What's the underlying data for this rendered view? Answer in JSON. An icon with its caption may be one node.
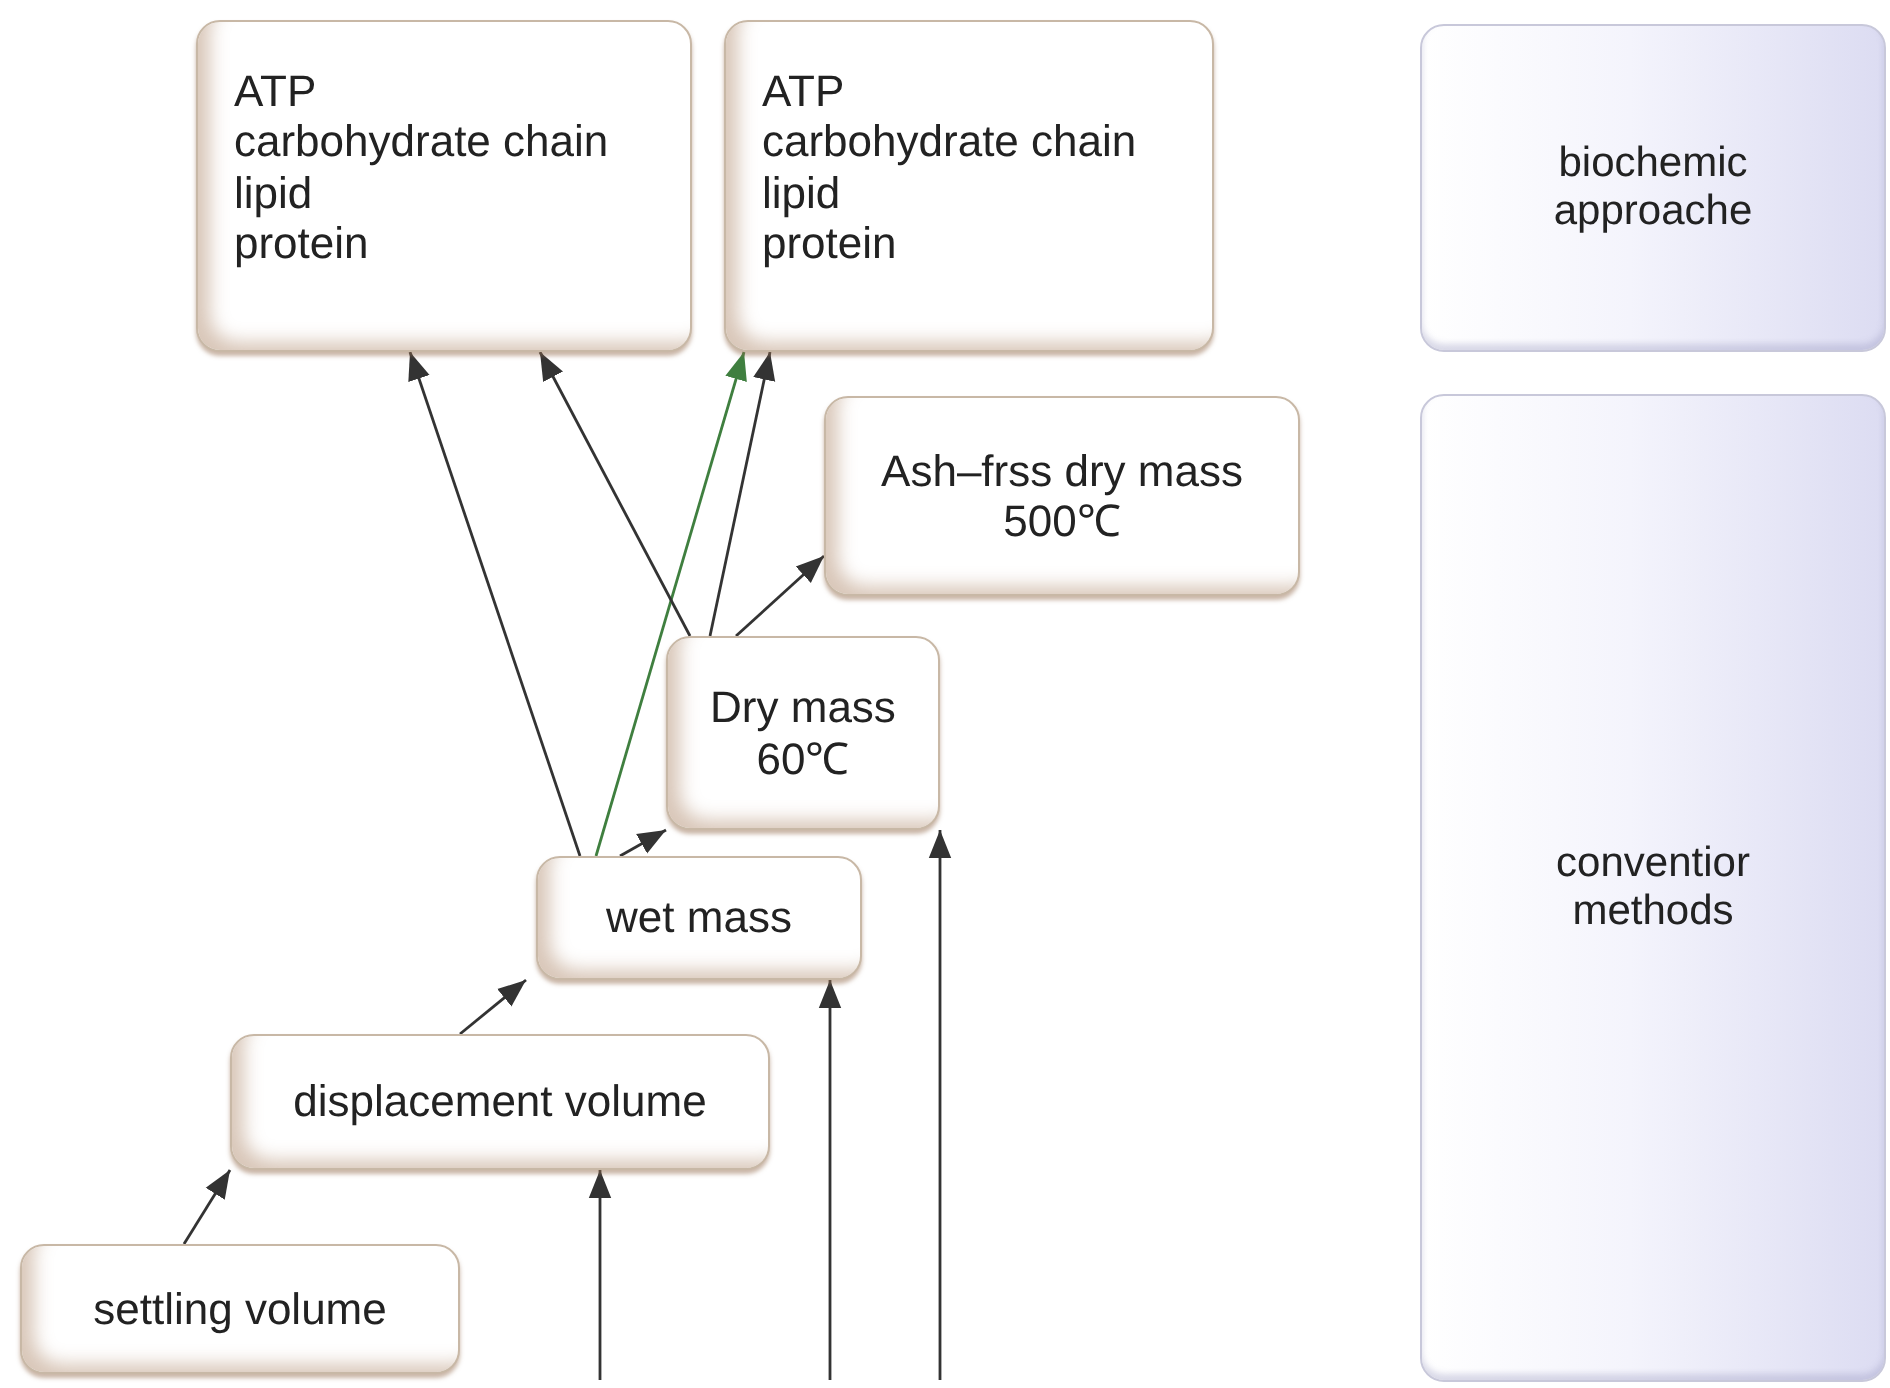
{
  "diagram": {
    "nodes": [
      {
        "text": [
          "ATP",
          "carbohydrate chain",
          "lipid",
          "protein"
        ]
      },
      {
        "text": [
          "ATP",
          "carbohydrate chain",
          "lipid",
          "protein"
        ]
      },
      {
        "text": [
          "Ash–frss dry mass",
          "500℃"
        ]
      },
      {
        "text": [
          "Dry mass",
          "60℃"
        ]
      },
      {
        "text": [
          "wet mass"
        ]
      },
      {
        "text": [
          "displacement volume"
        ]
      },
      {
        "text": [
          "settling volume"
        ]
      },
      {
        "text": [
          "biochemic approache"
        ]
      },
      {
        "text": [
          "conventior methods"
        ]
      }
    ],
    "edges": [
      {
        "from": 6,
        "to": 5,
        "arrow": "to"
      },
      {
        "from": 5,
        "to": 4,
        "arrow": "to"
      },
      {
        "from": 4,
        "to": 3,
        "arrow": "to"
      },
      {
        "from": 4,
        "to": 0,
        "arrow": "to"
      },
      {
        "from": 4,
        "to": 1,
        "arrow": "to",
        "color": "#3f7f3f"
      },
      {
        "from": 3,
        "to": 0,
        "arrow": "to"
      },
      {
        "from": 3,
        "to": 1,
        "arrow": "to"
      },
      {
        "from": 3,
        "to": 2,
        "arrow": "to"
      },
      {
        "from": null,
        "to": 5,
        "arrow": "to"
      },
      {
        "from": null,
        "to": 4,
        "arrow": "to"
      },
      {
        "from": null,
        "to": 3,
        "arrow": "to"
      }
    ]
  }
}
